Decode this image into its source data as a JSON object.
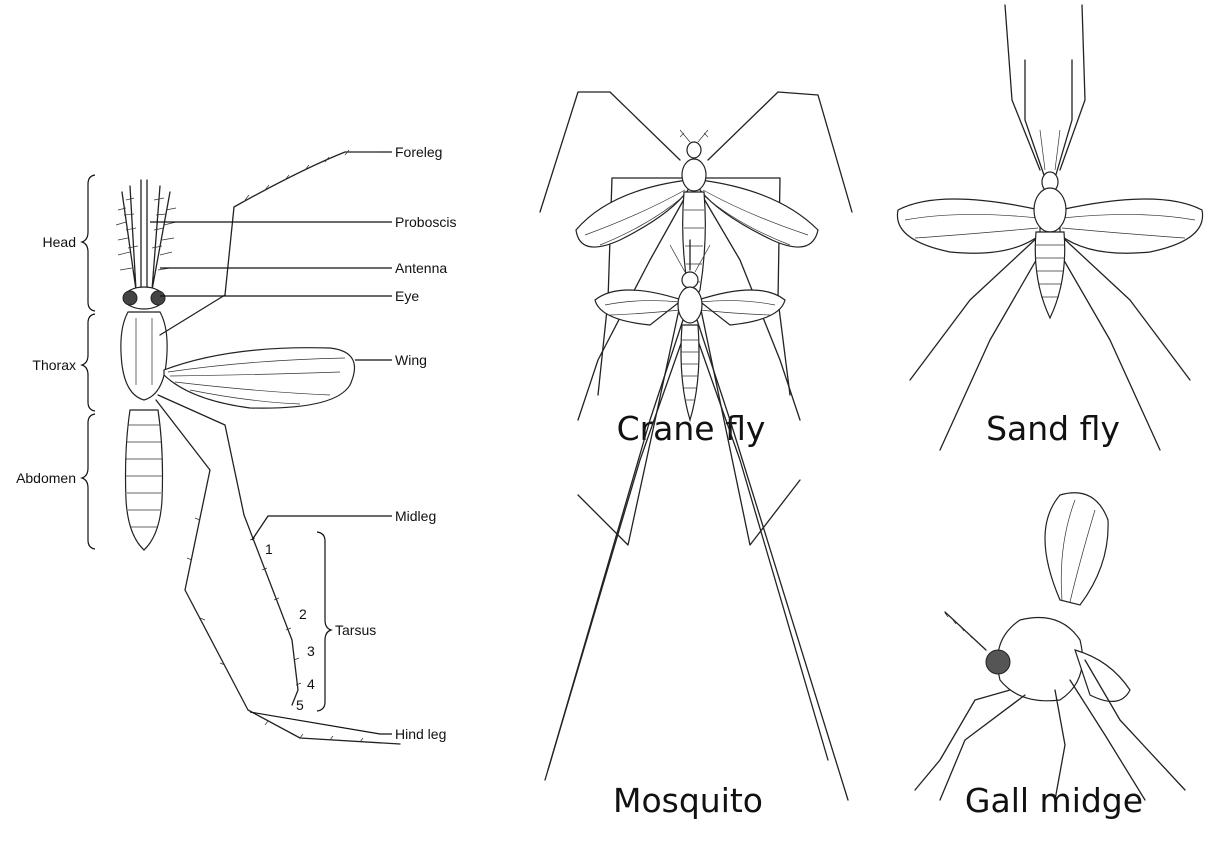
{
  "anatomy": {
    "regions": {
      "head": "Head",
      "thorax": "Thorax",
      "abdomen": "Abdomen"
    },
    "parts": {
      "foreleg": "Foreleg",
      "proboscis": "Proboscis",
      "antenna": "Antenna",
      "eye": "Eye",
      "wing": "Wing",
      "midleg": "Midleg",
      "tarsus": "Tarsus",
      "hind_leg": "Hind leg"
    },
    "tarsal_segments": [
      "1",
      "2",
      "3",
      "4",
      "5"
    ]
  },
  "specimens": {
    "crane_fly": "Crane fly",
    "sand_fly": "Sand fly",
    "mosquito": "Mosquito",
    "gall_midge": "Gall midge"
  }
}
